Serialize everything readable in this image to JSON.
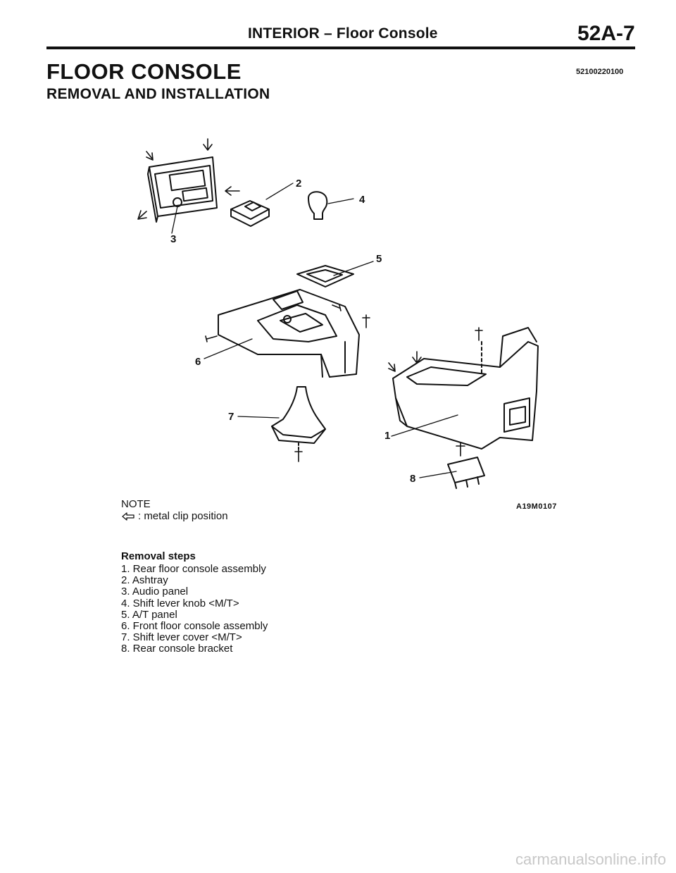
{
  "header": {
    "title": "INTERIOR – Floor Console",
    "page_number": "52A-7"
  },
  "section": {
    "title": "FLOOR CONSOLE",
    "doc_id": "52100220100",
    "subtitle": "REMOVAL AND INSTALLATION"
  },
  "figure": {
    "code": "A19M0107",
    "callouts": [
      "1",
      "2",
      "3",
      "4",
      "5",
      "6",
      "7",
      "8"
    ]
  },
  "note": {
    "label": "NOTE",
    "legend_text": ": metal clip position",
    "legend_icon": "metal-clip-arrow-icon"
  },
  "removal": {
    "title": "Removal steps",
    "steps": [
      "1. Rear floor console assembly",
      "2. Ashtray",
      "3. Audio panel",
      "4. Shift lever knob <M/T>",
      "5. A/T panel",
      "6. Front floor console assembly",
      "7. Shift lever cover <M/T>",
      "8. Rear console bracket"
    ]
  },
  "watermark": "carmanualsonline.info"
}
